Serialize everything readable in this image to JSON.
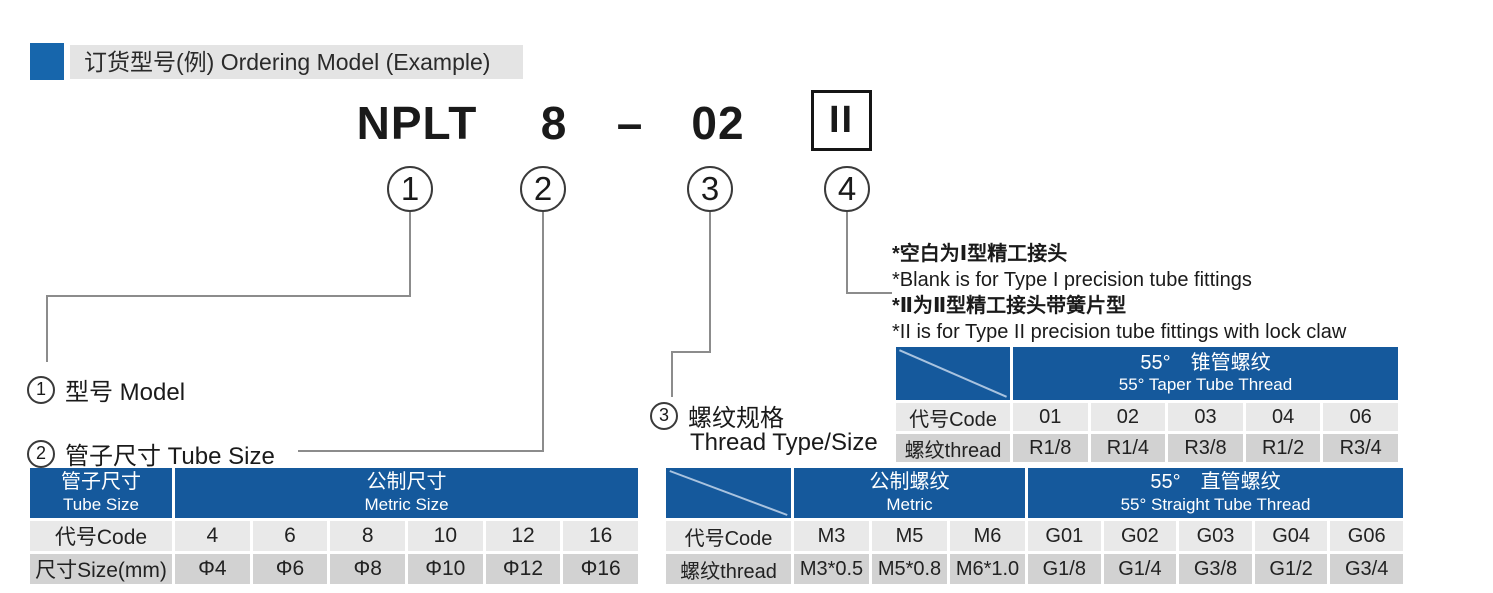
{
  "section": {
    "title": "订货型号(例) Ordering Model (Example)"
  },
  "model": {
    "code": "NPLT",
    "tube_size": "8",
    "separator": "–",
    "thread_size": "02",
    "type": "II",
    "markers": [
      "1",
      "2",
      "3",
      "4"
    ]
  },
  "legend": {
    "item1": {
      "num": "1",
      "label": "型号 Model"
    },
    "item2": {
      "num": "2",
      "label": "管子尺寸 Tube Size"
    },
    "item3": {
      "num": "3",
      "label_zh": "螺纹规格",
      "label_en": "Thread Type/Size"
    },
    "item4_notes": [
      "*空白为Ⅰ型精工接头",
      "*Blank is for Type I precision tube fittings",
      "*Ⅱ为Ⅱ型精工接头带簧片型",
      "*II is for Type II precision tube fittings with lock claw"
    ]
  },
  "tables": {
    "tube_size": {
      "corner_zh": "管子尺寸",
      "corner_en": "Tube Size",
      "group_zh": "公制尺寸",
      "group_en": "Metric Size",
      "code_label": "代号Code",
      "codes": [
        "4",
        "6",
        "8",
        "10",
        "12",
        "16"
      ],
      "size_label": "尺寸Size(mm)",
      "sizes": [
        "Φ4",
        "Φ6",
        "Φ8",
        "Φ10",
        "Φ12",
        "Φ16"
      ]
    },
    "taper_thread": {
      "group_zh": "55°　锥管螺纹",
      "group_en": "55° Taper Tube Thread",
      "code_label": "代号Code",
      "codes": [
        "01",
        "02",
        "03",
        "04",
        "06"
      ],
      "thread_label": "螺纹thread",
      "threads": [
        "R1/8",
        "R1/4",
        "R3/8",
        "R1/2",
        "R3/4"
      ]
    },
    "straight_thread": {
      "group1_zh": "公制螺纹",
      "group1_en": "Metric",
      "group2_zh": "55°　直管螺纹",
      "group2_en": "55° Straight Tube Thread",
      "code_label": "代号Code",
      "codes": [
        "M3",
        "M5",
        "M6",
        "G01",
        "G02",
        "G03",
        "G04",
        "G06"
      ],
      "thread_label": "螺纹thread",
      "threads": [
        "M3*0.5",
        "M5*0.8",
        "M6*1.0",
        "G1/8",
        "G1/4",
        "G3/8",
        "G1/2",
        "G3/4"
      ]
    }
  },
  "colors": {
    "accent_blue": "#15599c",
    "row_light": "#e9e9e9",
    "row_dark": "#d2d2d2"
  }
}
